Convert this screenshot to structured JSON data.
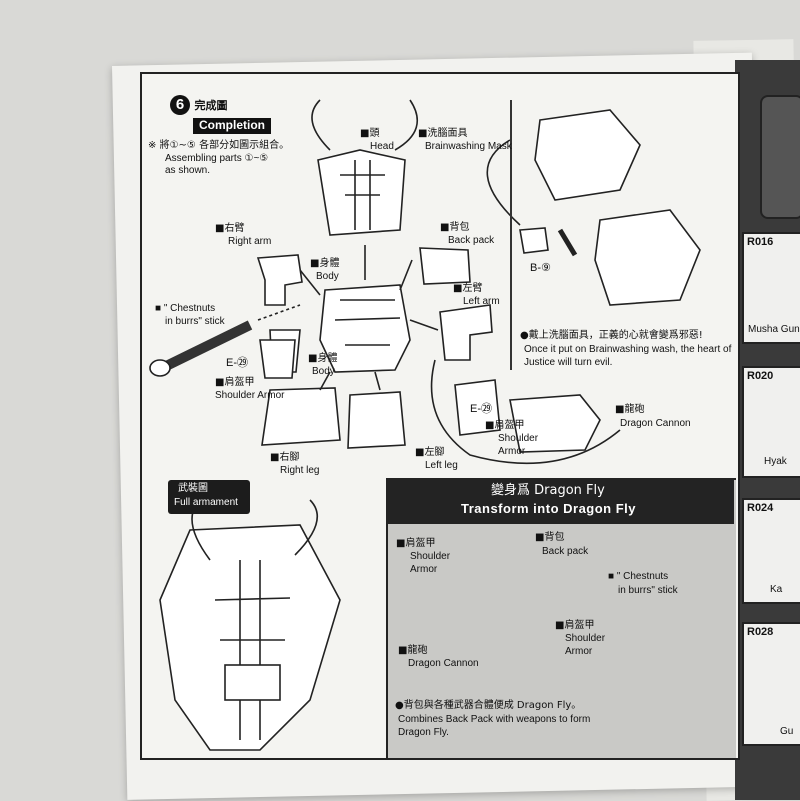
{
  "step": {
    "number": "6",
    "title_zh": "完成圖",
    "title_en": "Completion"
  },
  "note": {
    "marker": "※",
    "zh": "將①~⑤ 各部分如圖示組合。",
    "en1": "Assembling parts ①~⑤",
    "en2": "as shown."
  },
  "parts": {
    "head": {
      "zh": "■頭",
      "en": "Head"
    },
    "brainwash": {
      "zh": "■洗腦面具",
      "en": "Brainwashing Mask"
    },
    "right_arm": {
      "zh": "■右臂",
      "en": "Right arm"
    },
    "body_top": {
      "zh": "■身體",
      "en": "Body"
    },
    "back_pack": {
      "zh": "■背包",
      "en": "Back pack"
    },
    "left_arm": {
      "zh": "■左臂",
      "en": "Left arm"
    },
    "stick": {
      "zh": "■ \" Chestnuts",
      "en": "in burrs\" stick"
    },
    "e29a": "E-㉙",
    "body_bottom": {
      "zh": "■身體",
      "en": "Body"
    },
    "shoulder_a": {
      "zh": "■肩盔甲",
      "en": "Shoulder Armor"
    },
    "right_leg": {
      "zh": "■右腳",
      "en": "Right leg"
    },
    "left_leg": {
      "zh": "■左腳",
      "en": "Left leg"
    },
    "e29b": "E-㉙",
    "shoulder_b": {
      "zh": "■肩盔甲",
      "en1": "Shoulder",
      "en2": "Armor"
    },
    "cannon": {
      "zh": "■龍砲",
      "en": "Dragon Cannon"
    },
    "b9": "B-⑨"
  },
  "brainwash_note": {
    "zh": "●戴上洗腦面具，正義的心就會變爲邪惡!",
    "en1": "Once it put on Brainwashing wash, the heart of",
    "en2": "Justice will turn evil."
  },
  "armament": {
    "zh": "武裝圖",
    "en": "Full armament"
  },
  "dragon": {
    "title_zh": "變身爲 Dragon Fly",
    "title_en": "Transform into Dragon Fly",
    "shoulder1": {
      "zh": "■肩盔甲",
      "en1": "Shoulder",
      "en2": "Armor"
    },
    "back_pack": {
      "zh": "■背包",
      "en": "Back pack"
    },
    "stick": {
      "zh": "■ \" Chestnuts",
      "en": "in burrs\" stick"
    },
    "shoulder2": {
      "zh": "■肩盔甲",
      "en1": "Shoulder",
      "en2": "Armor"
    },
    "cannon": {
      "zh": "■龍砲",
      "en": "Dragon Cannon"
    },
    "combine_zh": "●背包與各種武器合體便成 Dragon Fly。",
    "combine_en1": "Combines Back Pack with weapons to form",
    "combine_en2": "Dragon Fly."
  },
  "catalog": [
    {
      "code": "R016",
      "caption": "Musha Gun"
    },
    {
      "code": "R020",
      "caption": "Hyak"
    },
    {
      "code": "R024",
      "caption": "Ka"
    },
    {
      "code": "R028",
      "caption": "Gu"
    }
  ]
}
